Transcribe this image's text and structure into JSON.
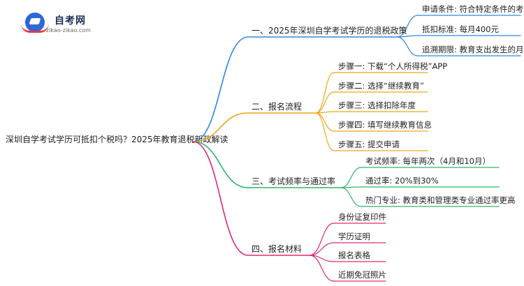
{
  "logo": {
    "title": "自考网",
    "url": "zikao-zikao.com"
  },
  "root": "深圳自学考试学历可抵扣个税吗？2025年教育退税新政解读",
  "branches": [
    {
      "label": "一、2025年深圳自学考试学历的退税政策",
      "color": "#2f86e6",
      "leaves": [
        "申请条件: 符合特定条件的考生",
        "抵扣标准: 每月400元",
        "追溯期限: 教育支出发生的月份"
      ]
    },
    {
      "label": "二、报名流程",
      "color": "#f0a418",
      "leaves": [
        "步骤一: 下载“个人所得税”APP",
        "步骤二: 选择“继续教育”",
        "步骤三: 选择扣除年度",
        "步骤四: 填写继续教育信息",
        "步骤五: 提交申请"
      ]
    },
    {
      "label": "三、考试频率与通过率",
      "color": "#2db56a",
      "leaves": [
        "考试频率: 每年两次（4月和10月）",
        "通过率: 20%到30%",
        "热门专业: 教育类和管理类专业通过率更高"
      ]
    },
    {
      "label": "四、报名材料",
      "color": "#e0287a",
      "leaves": [
        "身份证复印件",
        "学历证明",
        "报名表格",
        "近期免冠照片"
      ]
    }
  ]
}
